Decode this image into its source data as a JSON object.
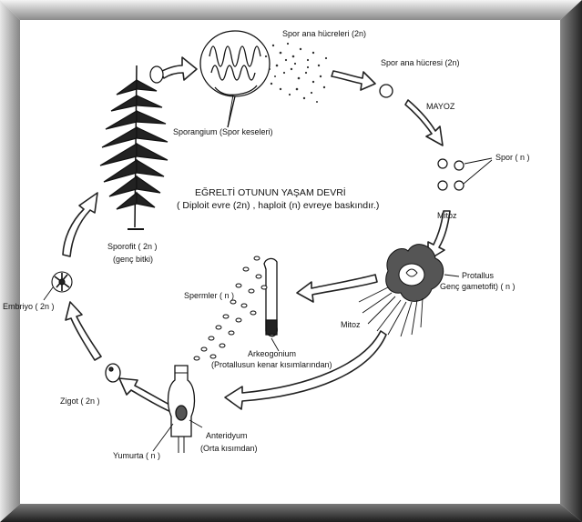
{
  "title": {
    "line1": "EĞRELTİ  OTUNUN YAŞAM DEVRİ",
    "line2": "( Diploit evre (2n) , haploit (n) evreye baskındır.)"
  },
  "labels": {
    "spor_ana_hucreleri": "Spor ana hücreleri (2n)",
    "spor_ana_hucresi": "Spor ana hücresi (2n)",
    "mayoz": "MAYOZ",
    "spor": "Spor ( n )",
    "mitoz_1": "Mitoz",
    "protallus": "Protallus",
    "genc_gametofit": "Genç gametofit) ( n )",
    "mitoz_2": "Mitoz",
    "spermler": "Spermler ( n )",
    "arkeogonium": "Arkeogonium",
    "protallusun_kenar": "(Protallusun kenar kısımlarından)",
    "anteridyum": "Anteridyum",
    "orta_kisimdan": "(Orta kısımdan)",
    "yumurta": "Yumurta ( n )",
    "zigot": "Zigot ( 2n )",
    "embriyo": "Embriyo ( 2n )",
    "sporofit": "Sporofit ( 2n )",
    "genc_bitki": "(genç bitki)",
    "sporangium": "Sporangium (Spor keseleri)"
  }
}
